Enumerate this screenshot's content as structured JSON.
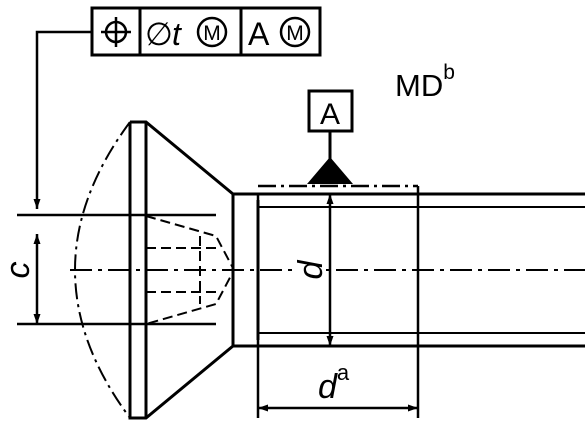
{
  "frame": {
    "position_symbol": "⌖",
    "tolerance_prefix": "∅",
    "tolerance_value": "t",
    "modifier": "M",
    "datum": "A",
    "datum_modifier": "M"
  },
  "datum_label": "A",
  "note": {
    "text": "MD",
    "superscript": "b"
  },
  "dimensions": {
    "c": "c",
    "d": "d",
    "da": "d",
    "da_superscript": "a"
  }
}
